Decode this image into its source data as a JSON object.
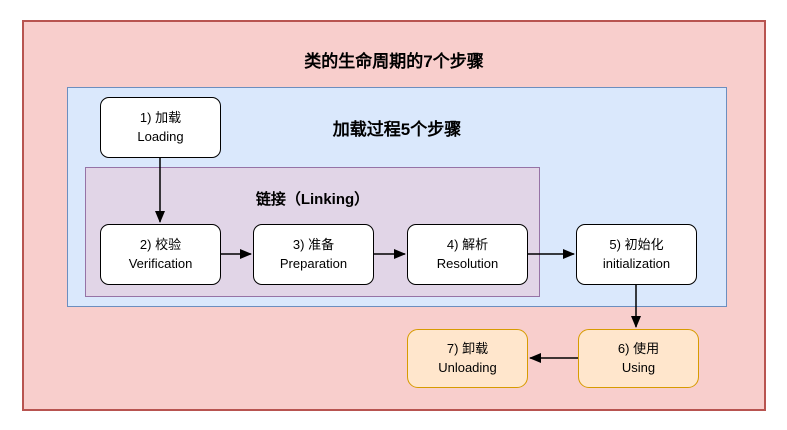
{
  "diagram": {
    "title": "类的生命周期的7个步骤",
    "groups": {
      "loading": {
        "label": "加载过程5个步骤"
      },
      "linking": {
        "label": "链接（Linking）"
      }
    },
    "steps": [
      {
        "line1": "1) 加载",
        "line2": "Loading"
      },
      {
        "line1": "2) 校验",
        "line2": "Verification"
      },
      {
        "line1": "3) 准备",
        "line2": "Preparation"
      },
      {
        "line1": "4) 解析",
        "line2": "Resolution"
      },
      {
        "line1": "5) 初始化",
        "line2": "initialization"
      },
      {
        "line1": "6) 使用",
        "line2": "Using"
      },
      {
        "line1": "7) 卸载",
        "line2": "Unloading"
      }
    ],
    "colors": {
      "outer_fill": "#F8CECC",
      "outer_border": "#B85450",
      "loading_fill": "#DAE8FC",
      "loading_border": "#6C8EBF",
      "linking_fill": "#E1D5E7",
      "linking_border": "#9673A6",
      "step_fill": "#FFFFFF",
      "step_border": "#000000",
      "end_fill": "#FFE6CC",
      "end_border": "#D79B00",
      "arrow": "#000000"
    }
  }
}
